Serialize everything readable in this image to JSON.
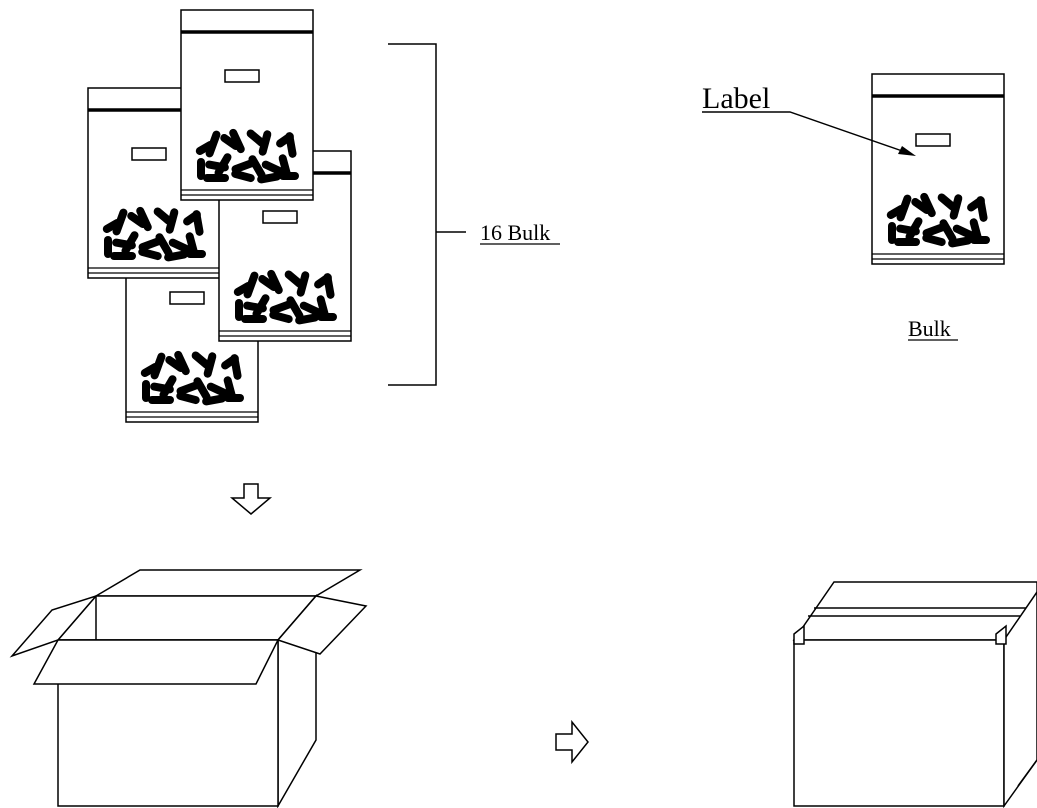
{
  "diagram": {
    "labels": {
      "bulk_group": "16 Bulk",
      "bulk_single": "Bulk",
      "label_callout": "Label"
    },
    "colors": {
      "stroke": "#000000",
      "background": "#ffffff"
    },
    "icons": [
      "down-arrow-icon",
      "right-arrow-icon"
    ]
  }
}
